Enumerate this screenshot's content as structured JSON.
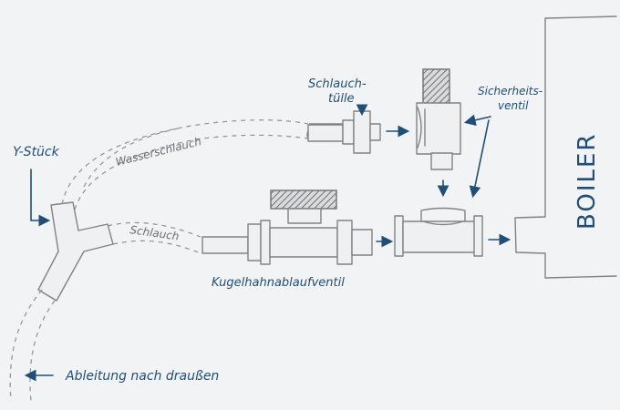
{
  "labels": {
    "boiler": "BOILER",
    "y_stueck": "Y-Stück",
    "wasserschlauch": "Wasserschlauch",
    "schlauch": "Schlauch",
    "schlauchtuelle_line1": "Schlauch-",
    "schlauchtuelle_line2": "tülle",
    "sicherheitsventil_line1": "Sicherheits-",
    "sicherheitsventil_line2": "ventil",
    "kugelhahn": "Kugelhahnablaufventil",
    "ableitung": "Ableitung nach draußen"
  },
  "colors": {
    "paper": "#f1f3f4",
    "pencil": "#7f8388",
    "ink": "#1f4e7a"
  }
}
